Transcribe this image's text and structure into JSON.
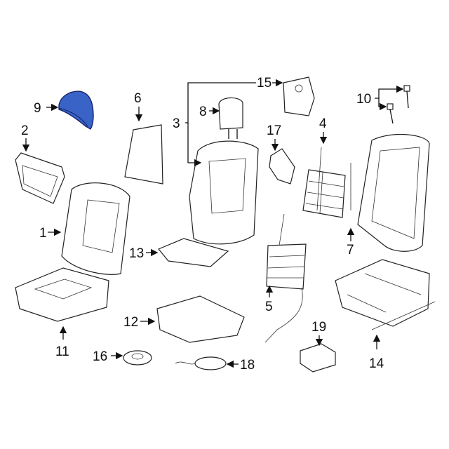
{
  "highlight_color": "#3a63c8",
  "callouts": [
    {
      "id": "9",
      "label": "9"
    },
    {
      "id": "2",
      "label": "2"
    },
    {
      "id": "6",
      "label": "6"
    },
    {
      "id": "8",
      "label": "8"
    },
    {
      "id": "3",
      "label": "3"
    },
    {
      "id": "15",
      "label": "15"
    },
    {
      "id": "17",
      "label": "17"
    },
    {
      "id": "4",
      "label": "4"
    },
    {
      "id": "10",
      "label": "10"
    },
    {
      "id": "1",
      "label": "1"
    },
    {
      "id": "13",
      "label": "13"
    },
    {
      "id": "7",
      "label": "7"
    },
    {
      "id": "5",
      "label": "5"
    },
    {
      "id": "11",
      "label": "11"
    },
    {
      "id": "12",
      "label": "12"
    },
    {
      "id": "19",
      "label": "19"
    },
    {
      "id": "14",
      "label": "14"
    },
    {
      "id": "16",
      "label": "16"
    },
    {
      "id": "18",
      "label": "18"
    }
  ]
}
